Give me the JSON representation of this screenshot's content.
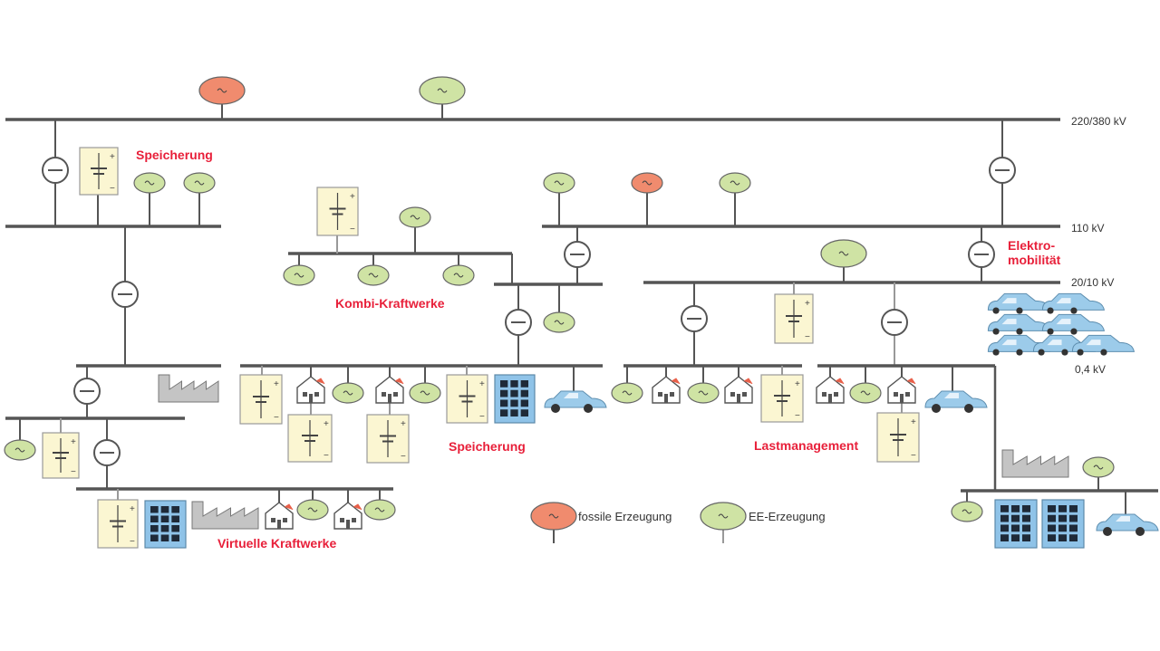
{
  "voltage_levels": {
    "v380": "220/380 kV",
    "v110": "110 kV",
    "v20": "20/10 kV",
    "v04": "0,4 kV"
  },
  "labels": {
    "speicherung_top": "Speicherung",
    "kombi": "Kombi-Kraftwerke",
    "speicherung_mid": "Speicherung",
    "elektro": [
      "Elektro-",
      "mobilität"
    ],
    "lastmanagement": "Lastmanagement",
    "virtuelle": "Virtuelle Kraftwerke"
  },
  "legend": {
    "fossile": "fossile Erzeugung",
    "ee": "EE-Erzeugung"
  },
  "colors": {
    "fossil": "#f08b6e",
    "renewable": "#cfe3a4",
    "storage": "#fbf6d2",
    "building": "#8fc3e8",
    "car": "#9ccbea",
    "line": "#555555",
    "label": "#e8203a"
  },
  "icons": {
    "generator": "generator-icon",
    "transformer": "transformer-icon",
    "storage": "battery-storage-icon",
    "house": "house-icon",
    "factory": "factory-icon",
    "office": "office-building-icon",
    "car": "electric-car-icon"
  }
}
